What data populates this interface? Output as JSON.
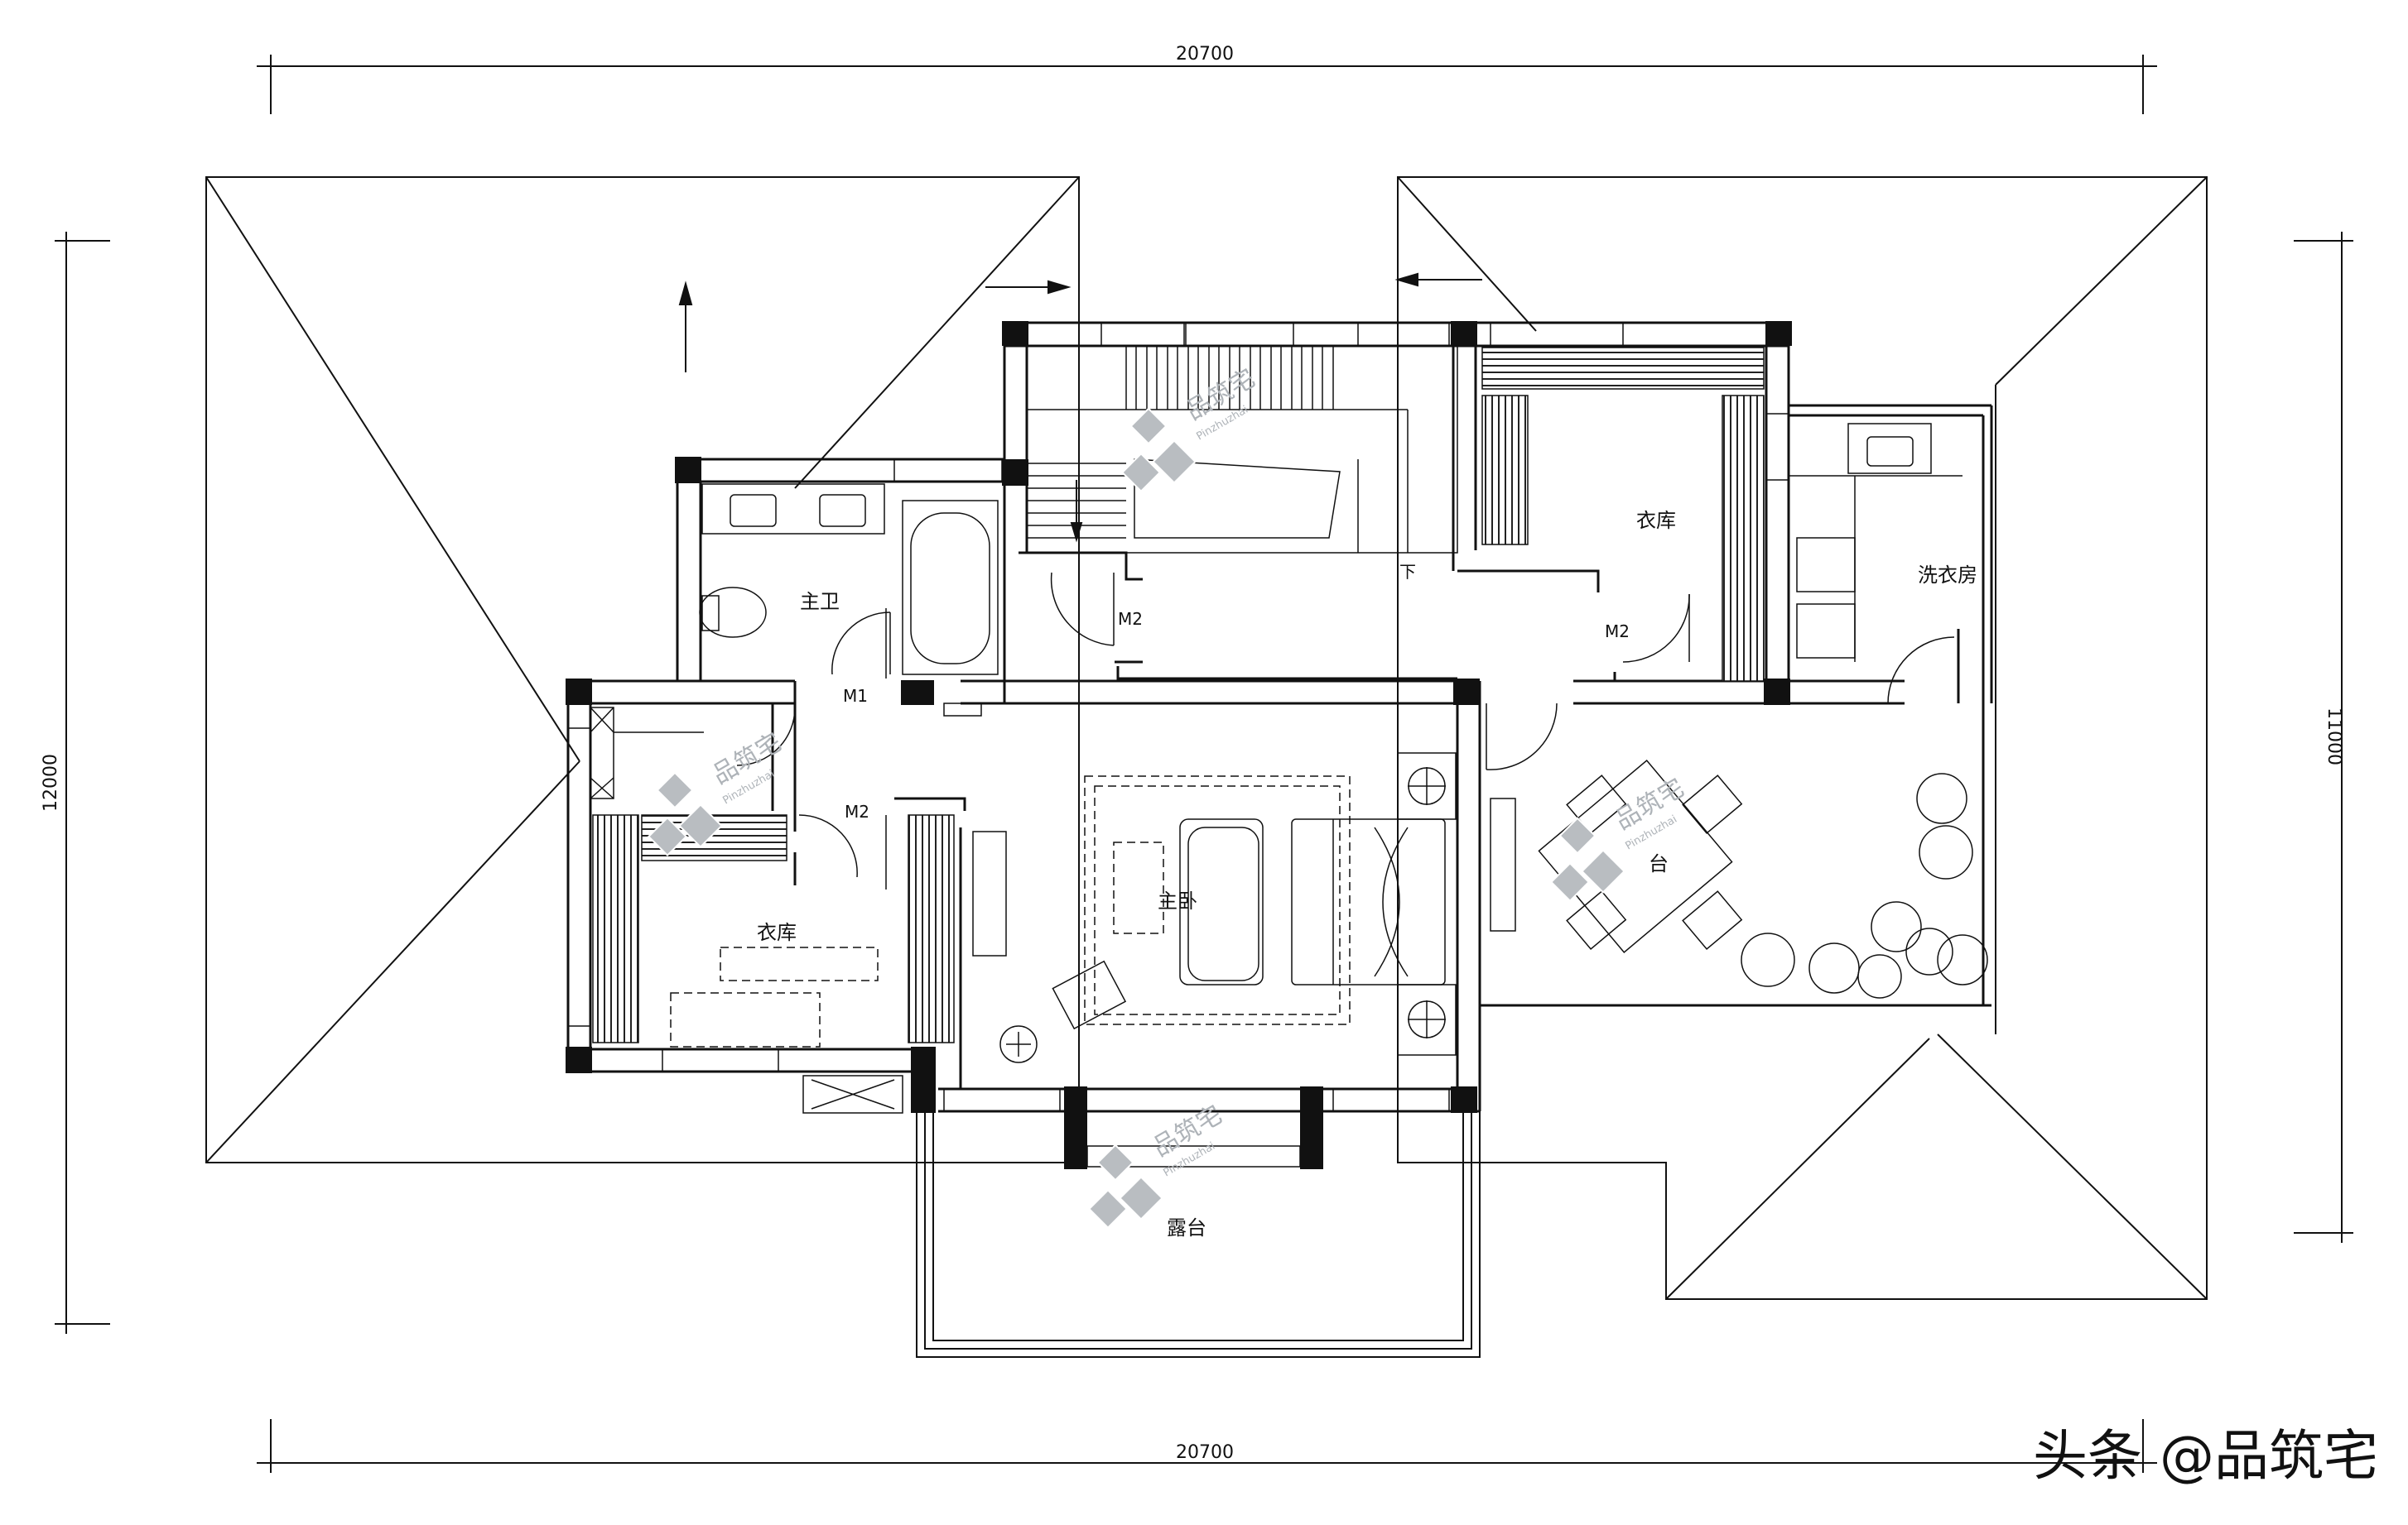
{
  "dimensions": {
    "top": "20700",
    "bottom": "20700",
    "left": "12000",
    "right": "11000"
  },
  "rooms": {
    "master_bath": "主卫",
    "closet_top_right": "衣库",
    "laundry": "洗衣房",
    "closet_left": "衣库",
    "master_bedroom": "主卧",
    "terrace_bottom": "露台",
    "terrace_right_partial": "台",
    "stair_down": "下"
  },
  "doors": {
    "m1": "M1",
    "m2_left": "M2",
    "m2_stair": "M2",
    "m2_closet": "M2"
  },
  "watermark": {
    "brand": "品筑宅",
    "pinyin": "Pinzhuzhai"
  },
  "credit": "头条 @品筑宅",
  "colors": {
    "line": "#111111",
    "watermark": "#aeb3b8",
    "background": "#ffffff"
  }
}
